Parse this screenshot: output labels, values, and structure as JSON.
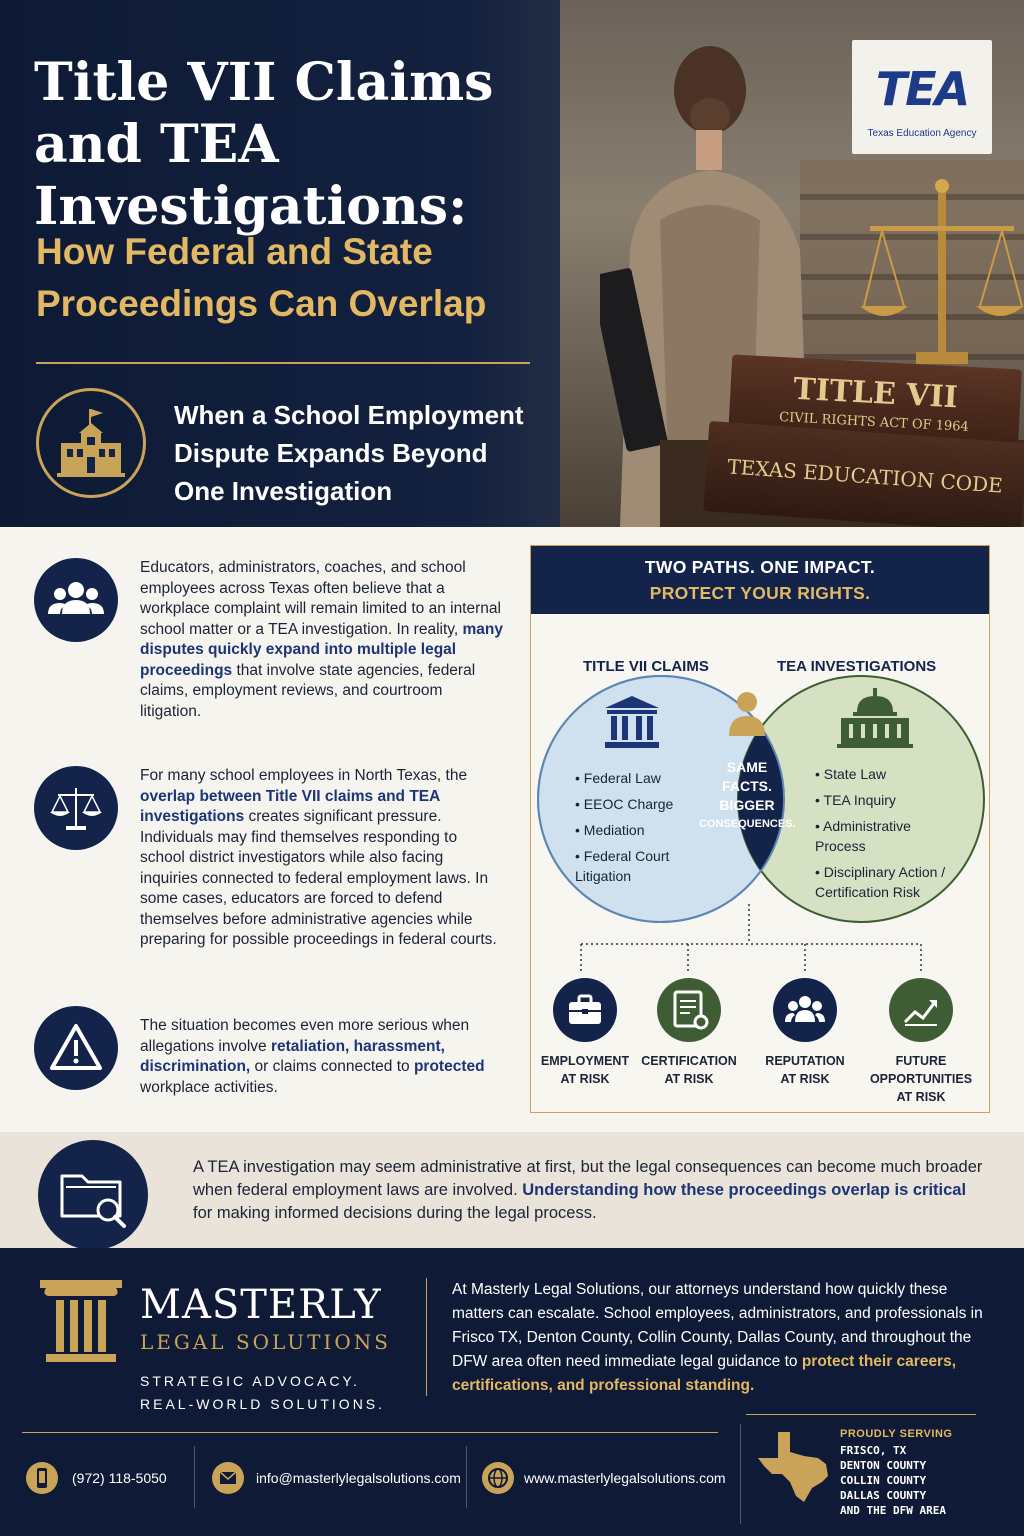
{
  "hero": {
    "title_line1": "Title VII Claims",
    "title_line2": "and TEA Investigations:",
    "subtitle_line1": "How Federal and State",
    "subtitle_line2": "Proceedings Can Overlap",
    "tagline_line1": "When a School Employment",
    "tagline_line2": "Dispute Expands Beyond",
    "tagline_line3": "One Investigation",
    "sign_logo": "TEA",
    "sign_text": "Texas Education Agency",
    "book1_title": "TITLE VII",
    "book1_sub": "CIVIL RIGHTS ACT OF 1964",
    "book2_title": "TEXAS EDUCATION CODE"
  },
  "intro": {
    "p1_a": "Educators, administrators, coaches, and school employees across Texas often believe that a workplace complaint will remain limited to an internal school matter or a TEA investigation. In reality, ",
    "p1_hl": "many disputes quickly expand into multiple legal proceedings",
    "p1_b": " that involve state agencies, federal claims, employment reviews, and courtroom litigation.",
    "p2_a": "For many school employees in North Texas, the ",
    "p2_hl": "overlap between Title VII claims and TEA investigations",
    "p2_b": " creates significant pressure. Individuals may find themselves responding to school district investigators while also facing inquiries connected to federal employment laws. In some cases, educators are forced to defend themselves before administrative agencies while preparing for possible proceedings in federal courts.",
    "p3_a": "The situation becomes even more serious when allegations involve ",
    "p3_hl1": "retaliation, harassment, discrimination,",
    "p3_b": " or claims connected to ",
    "p3_hl2": "protected",
    "p3_c": " workplace activities."
  },
  "panel": {
    "head1": "TWO PATHS. ONE IMPACT.",
    "head2": "PROTECT YOUR RIGHTS.",
    "left_title": "TITLE VII CLAIMS",
    "right_title": "TEA INVESTIGATIONS",
    "center_line1": "SAME",
    "center_line2": "FACTS.",
    "center_line3": "BIGGER",
    "center_line4": "CONSEQUENCES.",
    "left_items": [
      "Federal Law",
      "EEOC Charge",
      "Mediation",
      "Federal Court Litigation"
    ],
    "right_items": [
      "State Law",
      "TEA Inquiry",
      "Administrative Process",
      "Disciplinary Action / Certification Risk"
    ],
    "risks": [
      {
        "line1": "EMPLOYMENT",
        "line2": "AT RISK",
        "line3": ""
      },
      {
        "line1": "CERTIFICATION",
        "line2": "AT RISK",
        "line3": ""
      },
      {
        "line1": "REPUTATION",
        "line2": "AT RISK",
        "line3": ""
      },
      {
        "line1": "FUTURE",
        "line2": "OPPORTUNITIES",
        "line3": "AT RISK"
      }
    ]
  },
  "callout": {
    "a": "A TEA investigation may seem administrative at first, but the legal consequences can become much broader when federal employment laws are involved. ",
    "hl": "Understanding  how these proceedings overlap is critical",
    "b": " for making informed decisions during the legal process."
  },
  "footer": {
    "brand_name": "MASTERLY",
    "brand_sub": "LEGAL SOLUTIONS",
    "tag1": "STRATEGIC ADVOCACY.",
    "tag2": "REAL-WORLD SOLUTIONS.",
    "text_a": "At Masterly Legal Solutions, our attorneys understand how quickly these matters can escalate.  School employees, administrators, and professionals in Frisco TX, Denton County, Collin County, Dallas County, and throughout the DFW area often need immediate legal guidance to ",
    "text_hl": "protect their careers, certifications, and professional standing.",
    "phone": "(972) 118-5050",
    "email": "info@masterlylegalsolutions.com",
    "website": "www.masterlylegalsolutions.com",
    "serve_head": "PROUDLY SERVING",
    "serve_1": "FRISCO, TX",
    "serve_2": "DENTON COUNTY",
    "serve_3": "COLLIN COUNTY",
    "serve_4": "DALLAS COUNTY",
    "serve_5": "AND THE DFW AREA"
  },
  "colors": {
    "navy": "#13234a",
    "gold": "#c9a458",
    "green": "#3e5d34",
    "light_blue": "#cfe0ef",
    "light_green": "#d6e0c2"
  }
}
